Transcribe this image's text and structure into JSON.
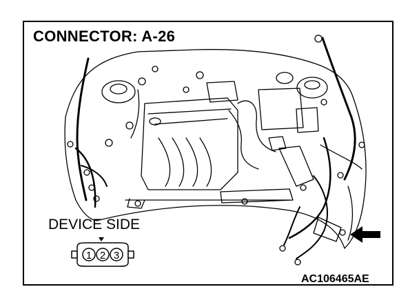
{
  "header": {
    "title": "CONNECTOR: A-26"
  },
  "device": {
    "label": "DEVICE SIDE",
    "pins": [
      "1",
      "2",
      "3"
    ]
  },
  "footer": {
    "code": "AC106465AE"
  },
  "colors": {
    "line": "#000000",
    "background": "#ffffff"
  },
  "icons": {
    "pointer": "solid-arrow-left"
  }
}
